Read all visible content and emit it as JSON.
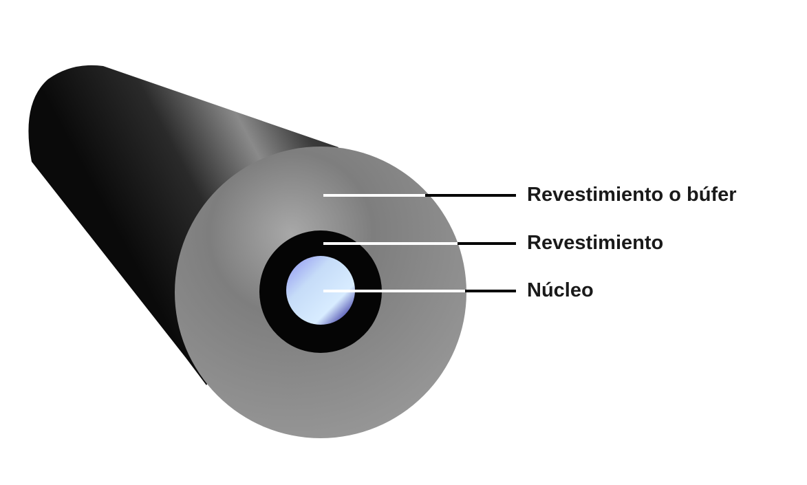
{
  "diagram": {
    "labels": [
      {
        "text": "Revestimiento o búfer"
      },
      {
        "text": "Revestimiento"
      },
      {
        "text": "Núcleo"
      }
    ]
  }
}
